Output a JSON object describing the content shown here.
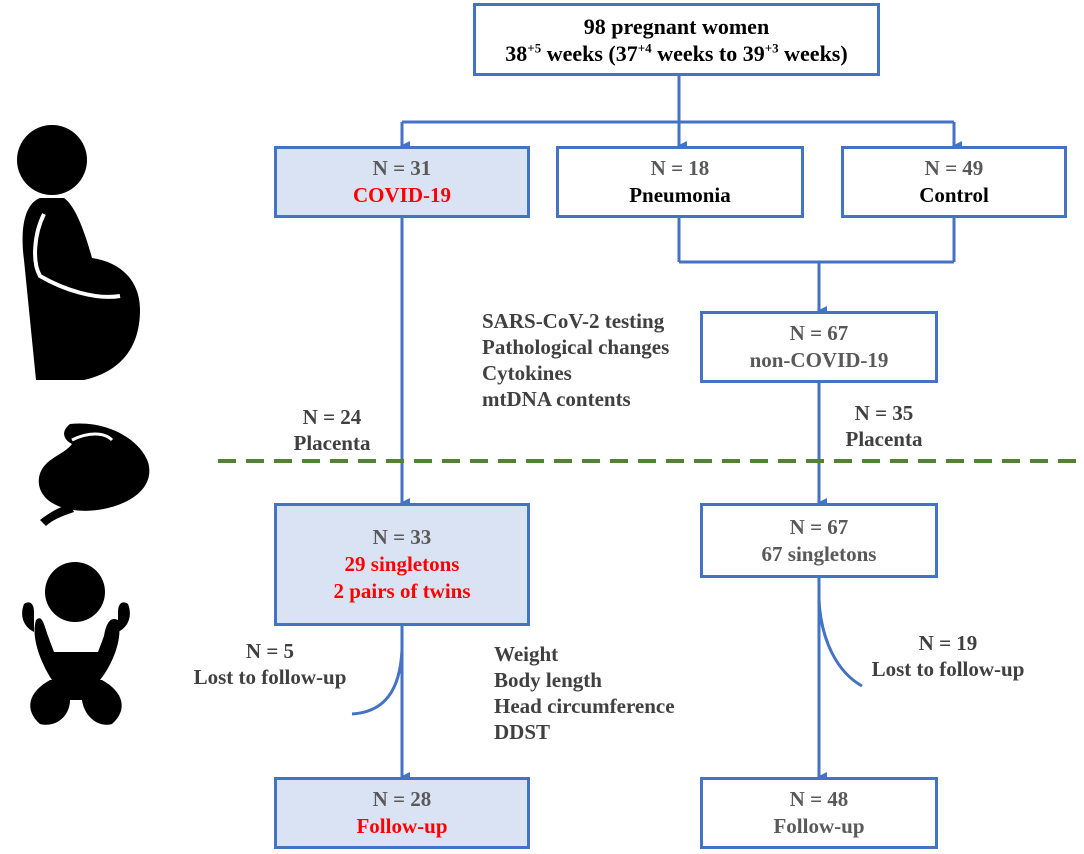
{
  "colors": {
    "accent": "#4472c4",
    "highlight_fill": "#dae3f3",
    "covid_text": "#ff0000",
    "divider": "#548235",
    "label_text": "#404040",
    "silhouette": "#000000"
  },
  "icons": [
    "pregnant-woman-icon",
    "fetus-icon",
    "infant-icon"
  ],
  "top_box": {
    "line1": "98 pregnant women",
    "line2": {
      "p1": "38",
      "p1_sup": "+5",
      "p2": " weeks  (37",
      "p2_sup": "+4",
      "p3": " weeks to 39",
      "p3_sup": "+3",
      "p4": " weeks)"
    }
  },
  "groups": {
    "covid": {
      "n": "N = 31",
      "label": "COVID-19"
    },
    "pneumonia": {
      "n": "N = 18",
      "label": "Pneumonia"
    },
    "control": {
      "n": "N = 49",
      "label": "Control"
    }
  },
  "non_covid": {
    "n": "N = 67",
    "label": "non-COVID-19"
  },
  "placenta_tests": [
    "SARS-CoV-2 testing",
    "Pathological changes",
    "Cytokines",
    "mtDNA contents"
  ],
  "placenta_left": {
    "n": "N = 24",
    "label": "Placenta"
  },
  "placenta_right": {
    "n": "N = 35",
    "label": "Placenta"
  },
  "neonates_covid": {
    "n": "N = 33",
    "line1": "29 singletons",
    "line2": "2 pairs of twins"
  },
  "neonates_non_covid": {
    "n": "N = 67",
    "line1": "67 singletons"
  },
  "lost_left": {
    "n": "N = 5",
    "label": "Lost to follow-up"
  },
  "lost_right": {
    "n": "N = 19",
    "label": "Lost to follow-up"
  },
  "followup_measures": [
    "Weight",
    "Body length",
    "Head circumference",
    "DDST"
  ],
  "followup_covid": {
    "n": "N = 28",
    "label": "Follow-up"
  },
  "followup_non_covid": {
    "n": "N = 48",
    "label": "Follow-up"
  }
}
